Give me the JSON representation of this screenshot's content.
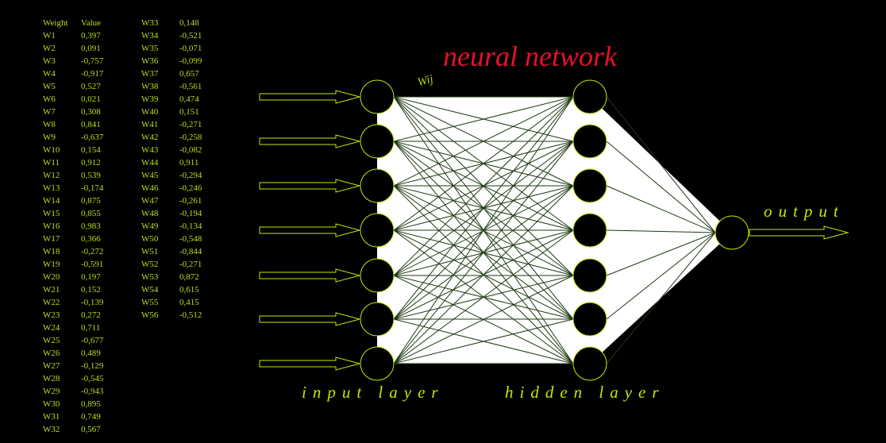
{
  "title": "neural network",
  "weight_label": "Wij",
  "labels": {
    "input": "input layer",
    "hidden": "hidden layer",
    "output": "output"
  },
  "table": {
    "header": {
      "weight": "Weight",
      "value": "Value"
    },
    "rows": [
      [
        "W1",
        "0,397"
      ],
      [
        "W2",
        "0,091"
      ],
      [
        "W3",
        "-0,757"
      ],
      [
        "W4",
        "-0,917"
      ],
      [
        "W5",
        "0,527"
      ],
      [
        "W6",
        "0,021"
      ],
      [
        "W7",
        "0,308"
      ],
      [
        "W8",
        "0,841"
      ],
      [
        "W9",
        "-0,637"
      ],
      [
        "W10",
        "0,154"
      ],
      [
        "W11",
        "0,912"
      ],
      [
        "W12",
        "0,539"
      ],
      [
        "W13",
        "-0,174"
      ],
      [
        "W14",
        "0,875"
      ],
      [
        "W15",
        "0,855"
      ],
      [
        "W16",
        "0,983"
      ],
      [
        "W17",
        "0,366"
      ],
      [
        "W18",
        "-0,272"
      ],
      [
        "W19",
        "-0,591"
      ],
      [
        "W20",
        "0,197"
      ],
      [
        "W21",
        "0,152"
      ],
      [
        "W22",
        "-0,139"
      ],
      [
        "W23",
        "0,272"
      ],
      [
        "W24",
        "0,711"
      ],
      [
        "W25",
        "-0,677"
      ],
      [
        "W26",
        "0,489"
      ],
      [
        "W27",
        "-0,129"
      ],
      [
        "W28",
        "-0,545"
      ],
      [
        "W29",
        "-0,943"
      ],
      [
        "W30",
        "0,895"
      ],
      [
        "W31",
        "0,749"
      ],
      [
        "W32",
        "0,567"
      ],
      [
        "W33",
        "0,148"
      ],
      [
        "W34",
        "-0,521"
      ],
      [
        "W35",
        "-0,071"
      ],
      [
        "W36",
        "-0,099"
      ],
      [
        "W37",
        "0,657"
      ],
      [
        "W38",
        "-0,561"
      ],
      [
        "W39",
        "0,474"
      ],
      [
        "W40",
        "0,151"
      ],
      [
        "W41",
        "-0,271"
      ],
      [
        "W42",
        "-0,258"
      ],
      [
        "W43",
        "-0,082"
      ],
      [
        "W44",
        "0,911"
      ],
      [
        "W45",
        "-0,294"
      ],
      [
        "W46",
        "-0,246"
      ],
      [
        "W47",
        "-0,261"
      ],
      [
        "W48",
        "-0,194"
      ],
      [
        "W49",
        "-0,134"
      ],
      [
        "W50",
        "-0,548"
      ],
      [
        "W51",
        "-0,844"
      ],
      [
        "W52",
        "-0,271"
      ],
      [
        "W53",
        "0,872"
      ],
      [
        "W54",
        "0,615"
      ],
      [
        "W55",
        "0,415"
      ],
      [
        "W56",
        "-0,512"
      ]
    ]
  },
  "network": {
    "inputs": 7,
    "hidden": 7,
    "outputs": 1
  },
  "colors": {
    "title": "#e8102a",
    "text": "#b4e01e",
    "node": "#c8e600",
    "edge": "#1e3a12"
  }
}
